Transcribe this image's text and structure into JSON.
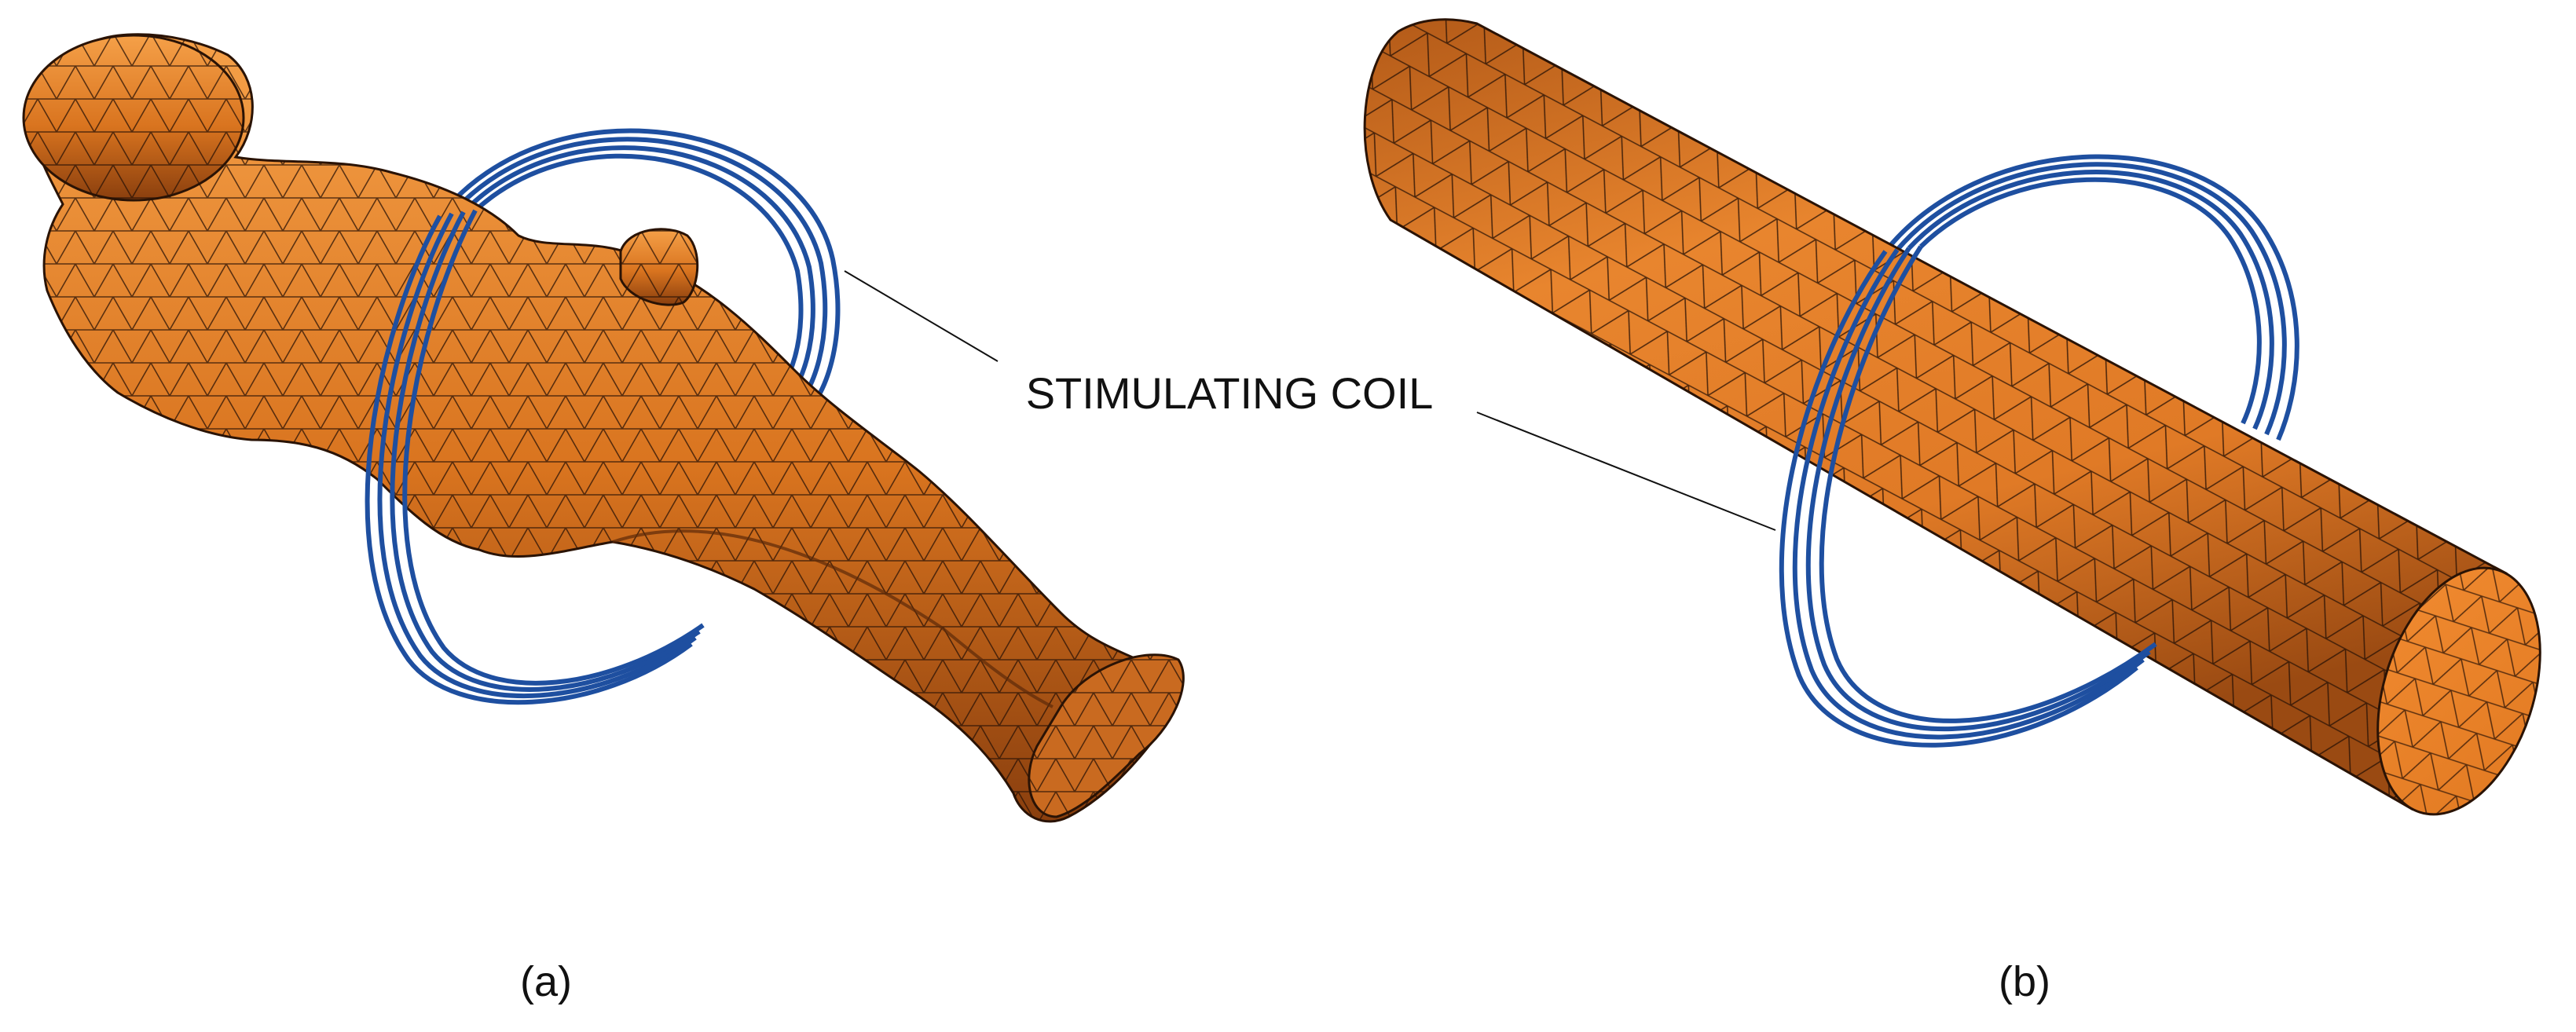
{
  "figure": {
    "callout_label": "STIMULATING COIL",
    "panel_a_label": "(a)",
    "panel_b_label": "(b)"
  },
  "colors": {
    "mesh_orange": "#E8852E",
    "mesh_light": "#F5A048",
    "mesh_dark": "#8A3F0E",
    "mesh_edge": "#2a1305",
    "coil_blue": "#1E4FA0"
  },
  "icons": {
    "panel_a_model": "human-body-mesh",
    "panel_b_model": "cylinder-mesh",
    "coil": "stimulating-coil-loops"
  }
}
